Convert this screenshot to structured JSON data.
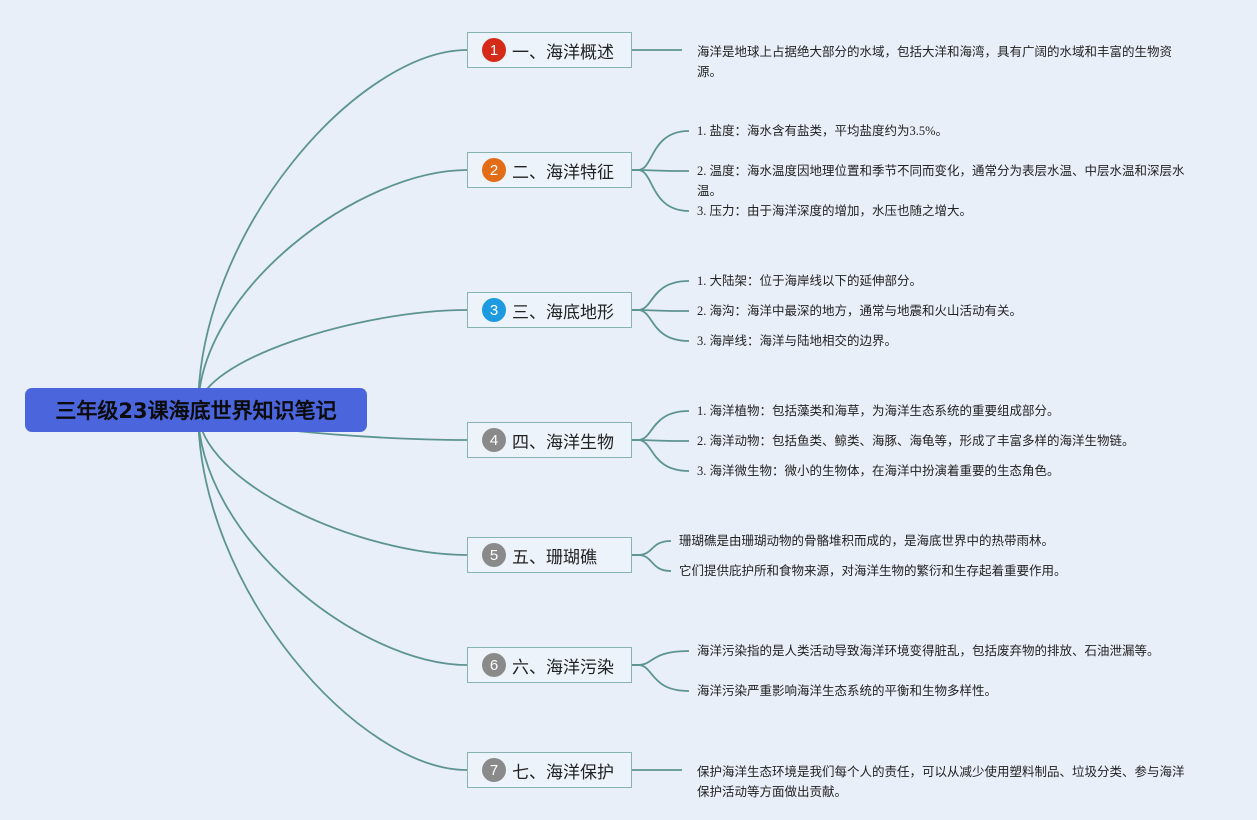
{
  "central": {
    "title": "三年级23课海底世界知识笔记"
  },
  "branches": [
    {
      "num": "1",
      "label": "一、海洋概述",
      "color": "#d52a17",
      "leaves": [
        "海洋是地球上占据绝大部分的水域，包括大洋和海湾，具有广阔的水域和丰富的生物资源。"
      ]
    },
    {
      "num": "2",
      "label": "二、海洋特征",
      "color": "#e36c17",
      "leaves": [
        "1. 盐度：海水含有盐类，平均盐度约为3.5%。",
        "2. 温度：海水温度因地理位置和季节不同而变化，通常分为表层水温、中层水温和深层水温。",
        "3. 压力：由于海洋深度的增加，水压也随之增大。"
      ]
    },
    {
      "num": "3",
      "label": "三、海底地形",
      "color": "#1e9ae0",
      "leaves": [
        "1. 大陆架：位于海岸线以下的延伸部分。",
        "2. 海沟：海洋中最深的地方，通常与地震和火山活动有关。",
        "3. 海岸线：海洋与陆地相交的边界。"
      ]
    },
    {
      "num": "4",
      "label": "四、海洋生物",
      "color": "#8a8a8a",
      "leaves": [
        "1. 海洋植物：包括藻类和海草，为海洋生态系统的重要组成部分。",
        "2. 海洋动物：包括鱼类、鲸类、海豚、海龟等，形成了丰富多样的海洋生物链。",
        "3. 海洋微生物：微小的生物体，在海洋中扮演着重要的生态角色。"
      ]
    },
    {
      "num": "5",
      "label": "五、珊瑚礁",
      "color": "#8a8a8a",
      "leaves": [
        "珊瑚礁是由珊瑚动物的骨骼堆积而成的，是海底世界中的热带雨林。",
        "它们提供庇护所和食物来源，对海洋生物的繁衍和生存起着重要作用。"
      ]
    },
    {
      "num": "6",
      "label": "六、海洋污染",
      "color": "#8a8a8a",
      "leaves": [
        "海洋污染指的是人类活动导致海洋环境变得脏乱，包括废弃物的排放、石油泄漏等。",
        "海洋污染严重影响海洋生态系统的平衡和生物多样性。"
      ]
    },
    {
      "num": "7",
      "label": "七、海洋保护",
      "color": "#8a8a8a",
      "leaves": [
        "保护海洋生态环境是我们每个人的责任，可以从减少使用塑料制品、垃圾分类、参与海洋保护活动等方面做出贡献。"
      ]
    }
  ]
}
